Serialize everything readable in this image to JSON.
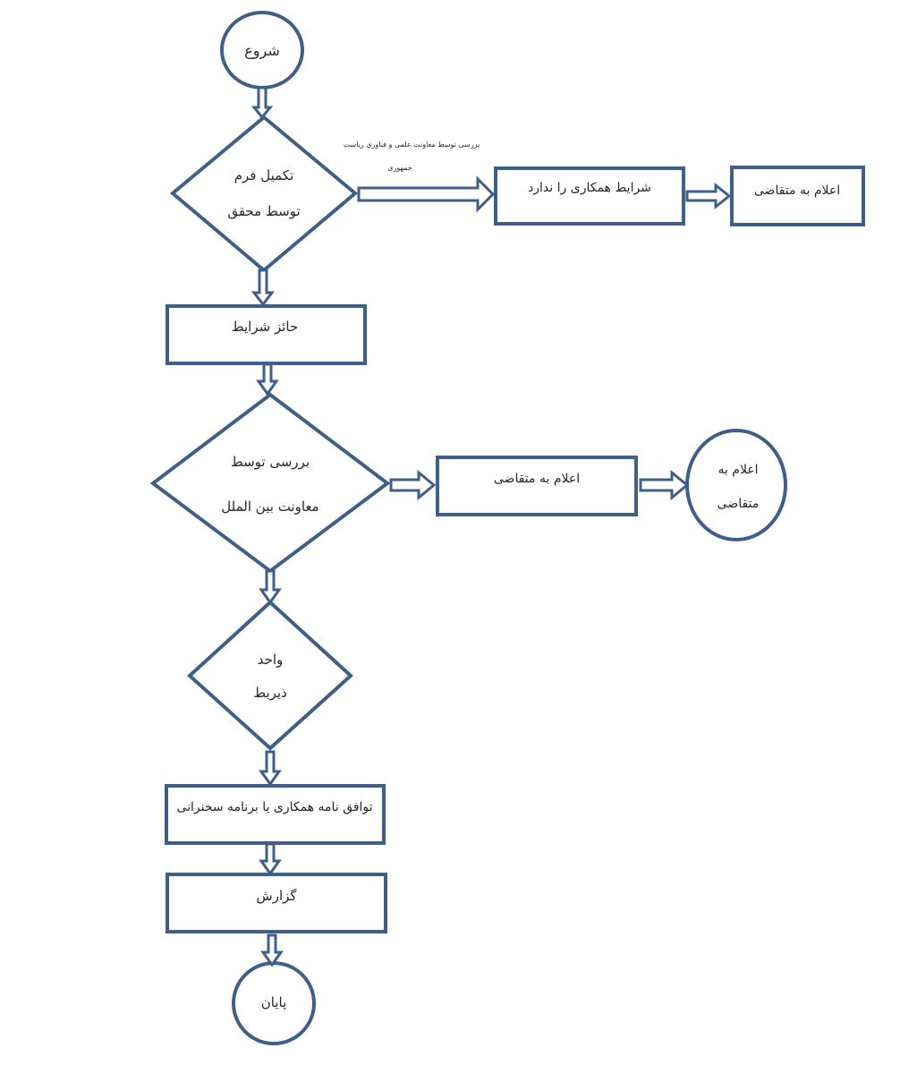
{
  "nodes": {
    "start": "شروع",
    "fill_form_line1": "تکمیل فرم",
    "fill_form_line2": "توسط محقق",
    "review_note_line1": "بررسی توسط معاونت علمی و فناوری ریاست",
    "review_note_line2": "جمهوری",
    "not_eligible": "شرایط همکاری را ندارد",
    "notify_applicant_top": "اعلام به متقاضی",
    "eligible": "حائز شرایط",
    "intl_review_line1": "بررسی توسط",
    "intl_review_line2": "معاونت بین الملل",
    "notify_applicant_mid": "اعلام به متقاضی",
    "notify_circle_line1": "اعلام به",
    "notify_circle_line2": "متقاضی",
    "unit_line1": "واحد",
    "unit_line2": "ذیربط",
    "agreement": "توافق نامه همکاری یا برنامه سخنرانی",
    "report": "گزارش",
    "end": "پایان"
  },
  "colors": {
    "stroke": "#3e5f8a",
    "text": "#262626",
    "background": "#ffffff"
  }
}
